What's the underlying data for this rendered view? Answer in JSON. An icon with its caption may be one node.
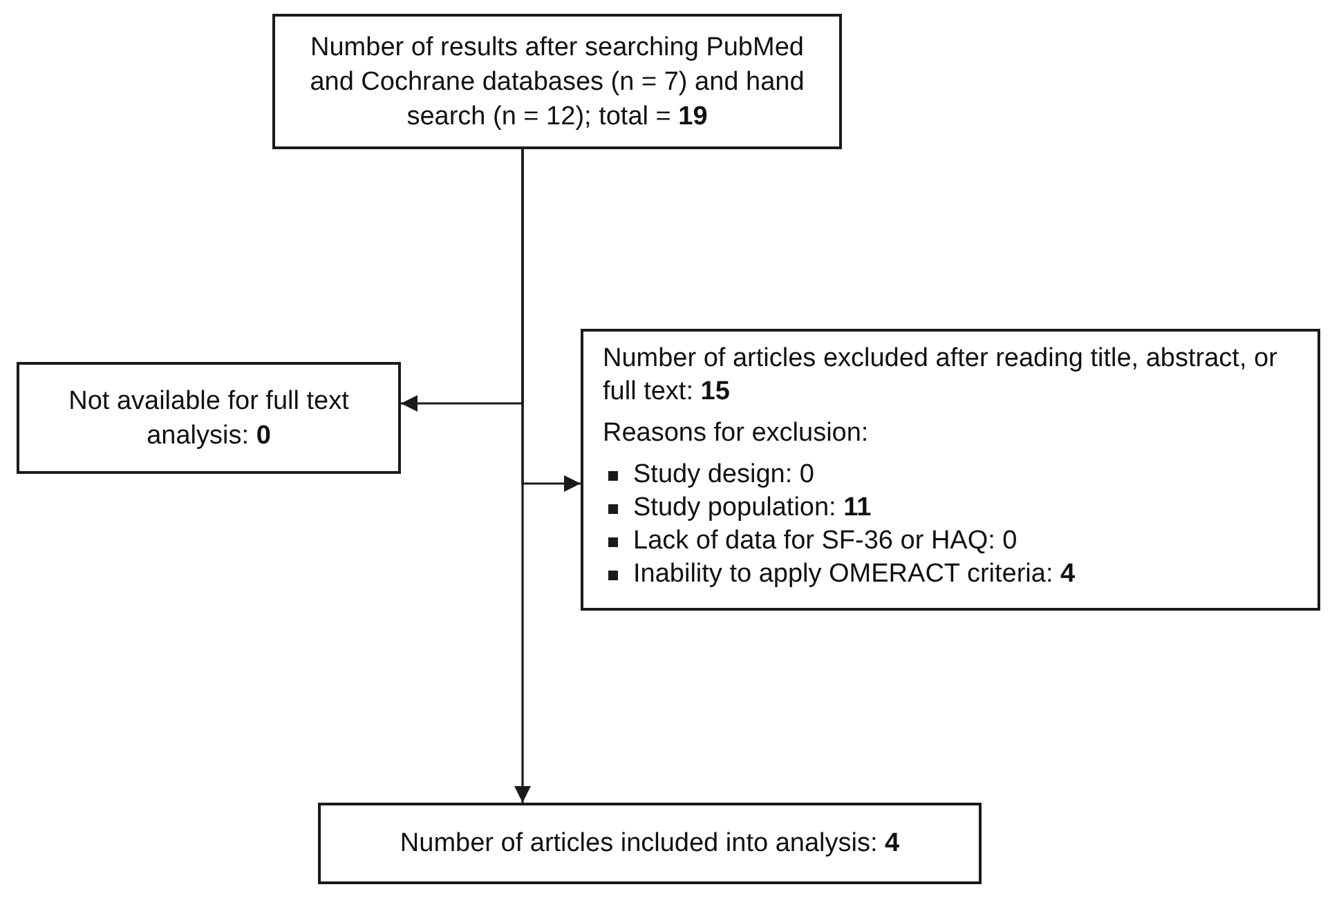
{
  "diagram": {
    "nodes": [
      {
        "text": [
          "Number of results after searching PubMed and Cochrane databases (n = 7) and hand search (n = 12); total = **19**"
        ]
      },
      {
        "text": [
          "Not available for full text analysis: **0**"
        ]
      },
      {
        "text": [
          "Number of articles excluded after reading title, abstract, or full text: **15**",
          "Reasons for exclusion:",
          "Study design: 0",
          "Study population: **11**",
          "Lack of data for SF-36 or HAQ: 0",
          "Inability to apply OMERACT criteria: **4**"
        ]
      },
      {
        "text": [
          "Number of articles included into analysis: **4**"
        ]
      }
    ],
    "edges": [
      {
        "from": 0,
        "to": 1,
        "arrow": "to"
      },
      {
        "from": 0,
        "to": 2,
        "arrow": "to"
      },
      {
        "from": 0,
        "to": 3,
        "arrow": "to"
      }
    ]
  }
}
